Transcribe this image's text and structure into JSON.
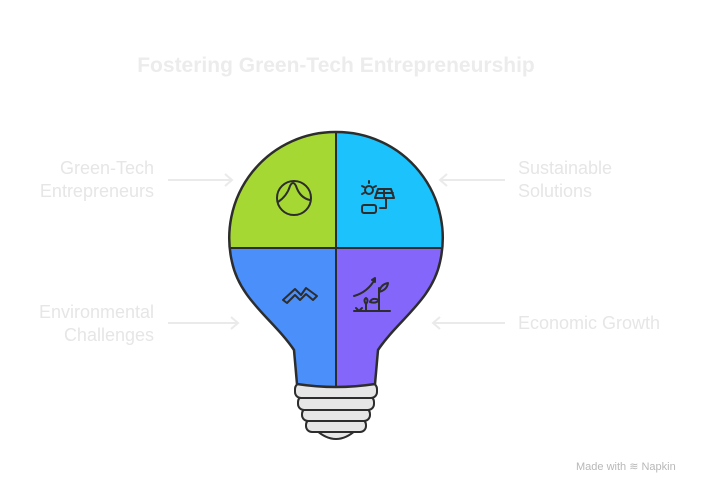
{
  "title": "Fostering Green-Tech Entrepreneurship",
  "labels": {
    "top_left": [
      "Green-Tech",
      "Entrepreneurs"
    ],
    "top_right": [
      "Sustainable",
      "Solutions"
    ],
    "bottom_left": [
      "Environmental",
      "Challenges"
    ],
    "bottom_right": [
      "Economic Growth"
    ]
  },
  "quadrant_icons": [
    "mountain-circle-icon",
    "solar-energy-icon",
    "mountains-icon",
    "growth-plant-icon"
  ],
  "colors": {
    "top_left": "#a6d834",
    "top_right": "#1bc2fc",
    "bottom_left": "#4a8ffa",
    "bottom_right": "#8566fb",
    "base": "#e6e6e6",
    "outline": "#2d2d2d",
    "label": "#e6e6e6"
  },
  "footer": {
    "made_with": "Made with",
    "brand": "Napkin"
  }
}
